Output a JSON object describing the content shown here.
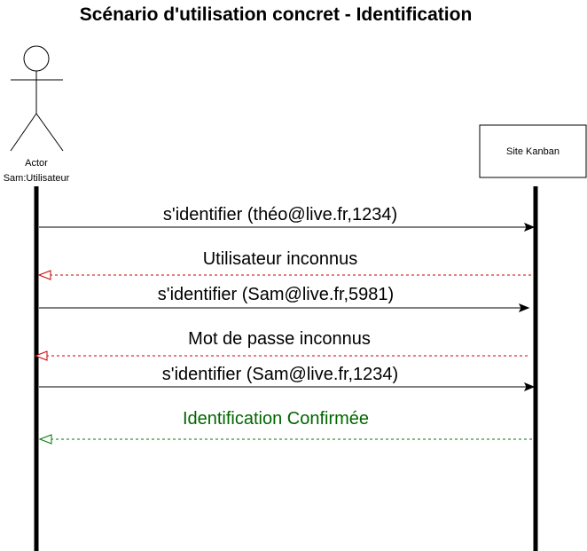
{
  "title": "Scénario d'utilisation concret - Identification",
  "actor": {
    "label_line1": "Actor",
    "label_line2": "Sam:Utilisateur"
  },
  "system": {
    "label": "Site Kanban"
  },
  "messages": [
    {
      "text": "s'identifier (théo@live.fr,1234)",
      "kind": "call",
      "color": "#000000"
    },
    {
      "text": "Utilisateur inconnus",
      "kind": "return",
      "color": "#cc0000"
    },
    {
      "text": "s'identifier (Sam@live.fr,5981)",
      "kind": "call",
      "color": "#000000"
    },
    {
      "text": "Mot de passe inconnus",
      "kind": "return",
      "color": "#cc0000"
    },
    {
      "text": "s'identifier (Sam@live.fr,1234)",
      "kind": "call",
      "color": "#000000"
    },
    {
      "text": "Identification Confirmée",
      "kind": "return",
      "color": "#007700"
    }
  ],
  "colors": {
    "line": "#000000",
    "error_return": "#cc0000",
    "success_return": "#007700",
    "success_text": "#006600"
  }
}
